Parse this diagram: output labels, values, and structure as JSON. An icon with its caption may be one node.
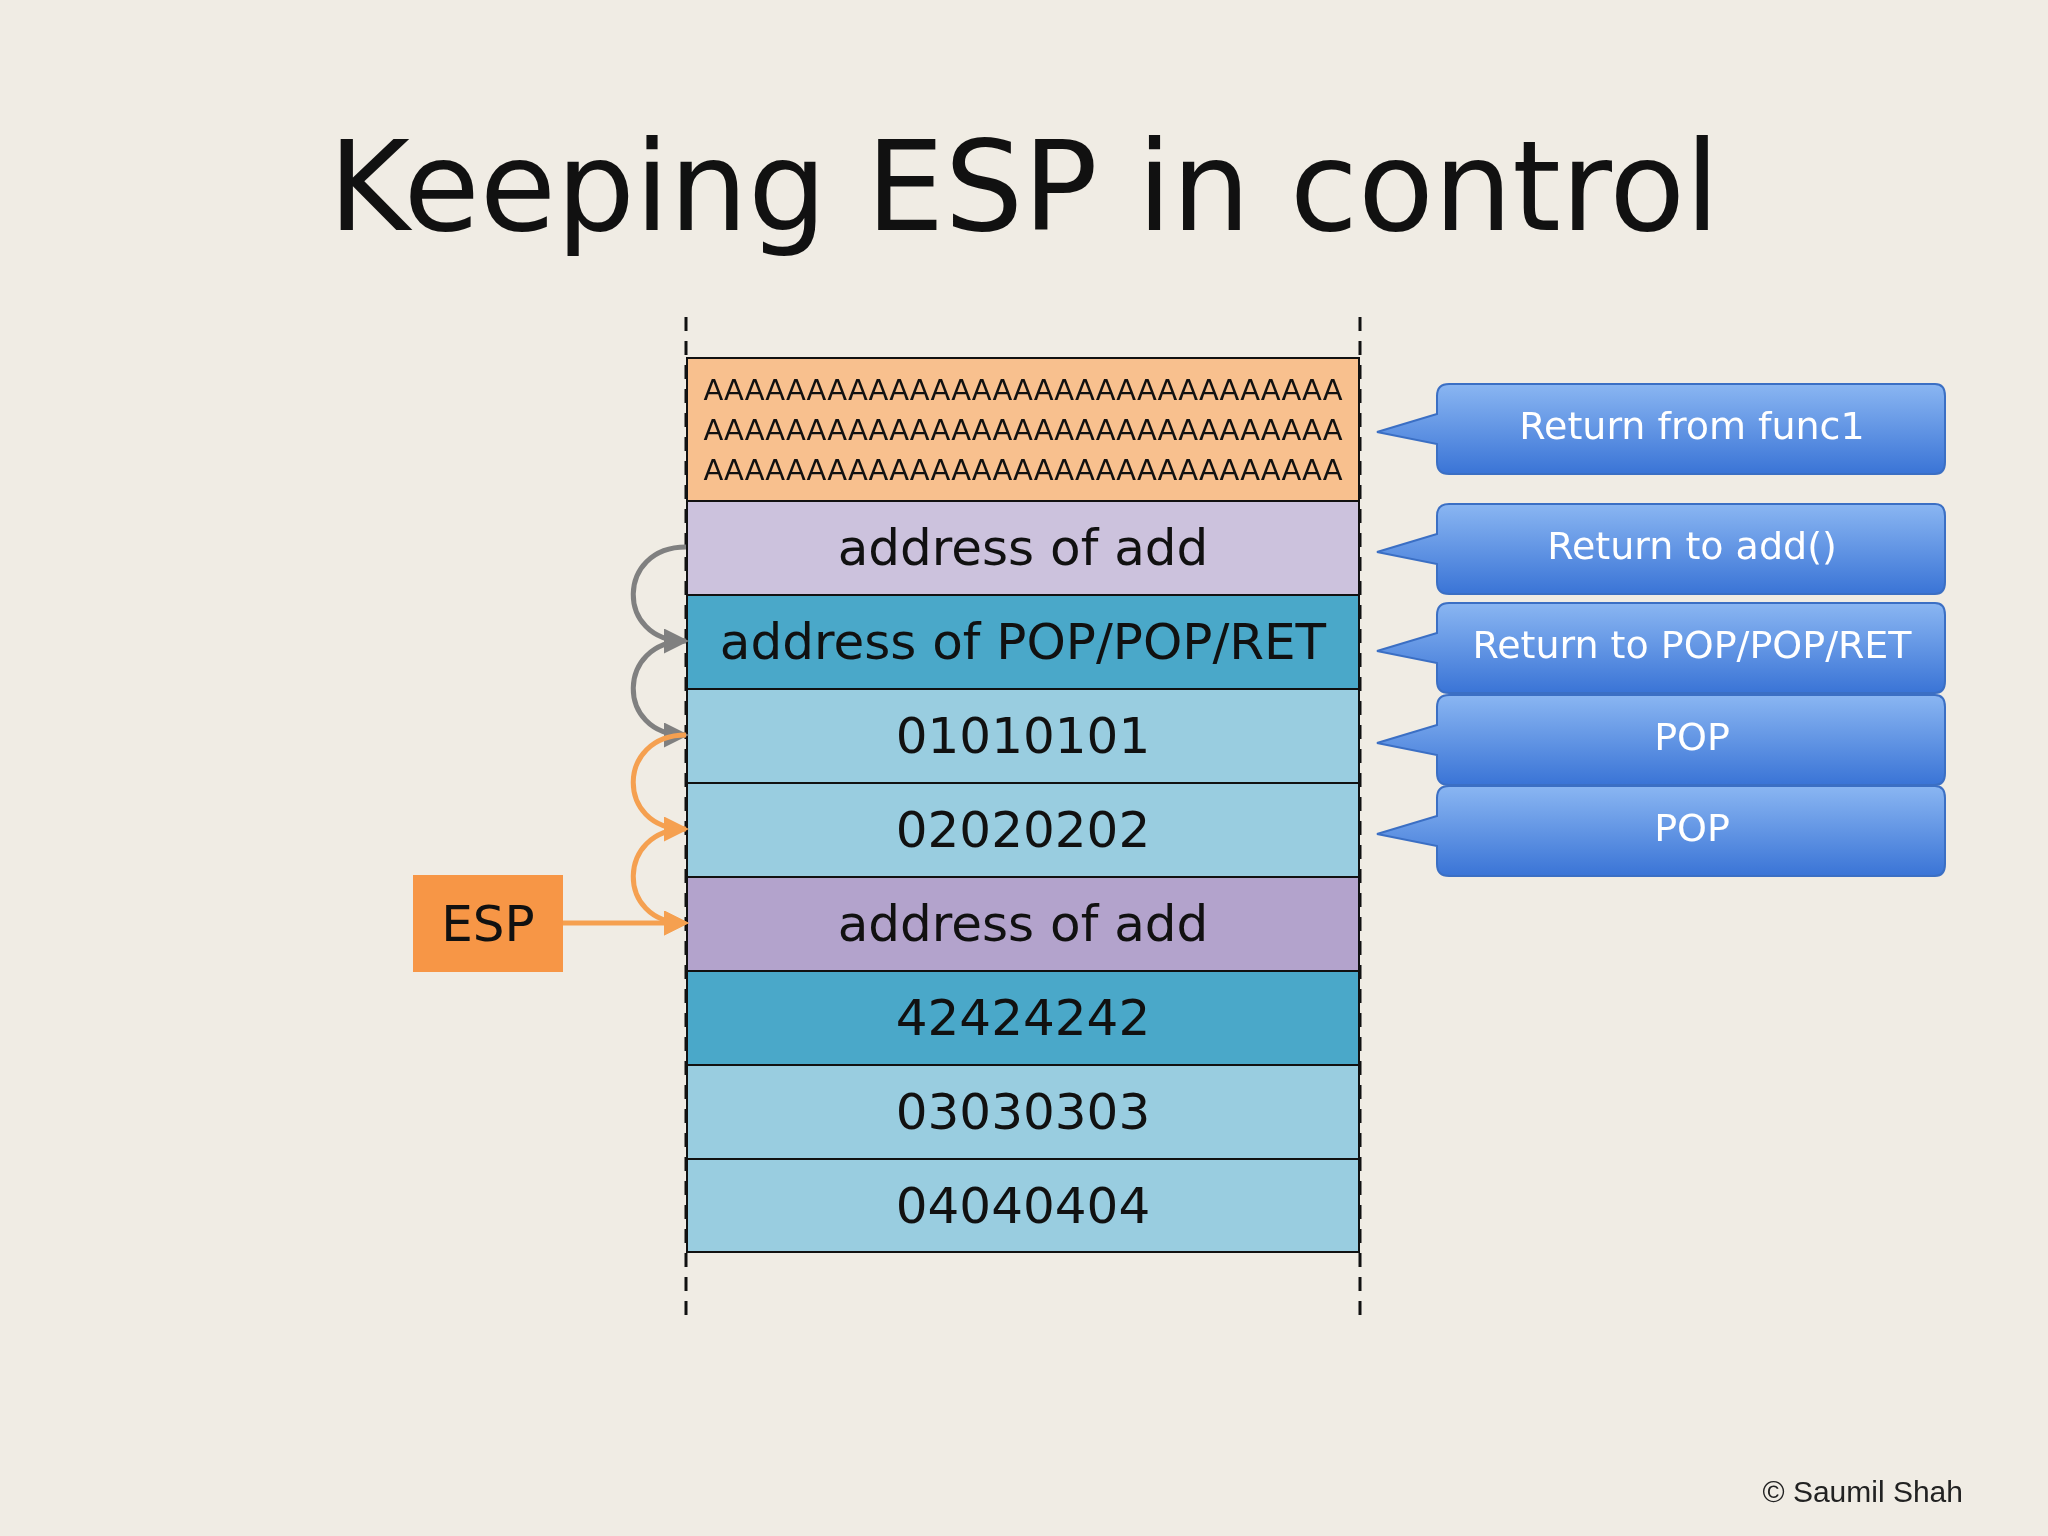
{
  "diagram": {
    "title": "Keeping ESP in control",
    "nodes": [
      {
        "text": [
          "AAAAAAAAAAAAAAAAAAAAAAAAAAAAAAA AAAAAAAAAAAAAAAAAAAAAAAAAAAAAAA AAAAAAAAAAAAAAAAAAAAAAAAAAAAAAA"
        ]
      },
      {
        "text": [
          "address of add"
        ]
      },
      {
        "text": [
          "address of POP/POP/RET"
        ]
      },
      {
        "text": [
          "01010101"
        ]
      },
      {
        "text": [
          "02020202"
        ]
      },
      {
        "text": [
          "address of add"
        ]
      },
      {
        "text": [
          "42424242"
        ]
      },
      {
        "text": [
          "03030303"
        ]
      },
      {
        "text": [
          "04040404"
        ]
      },
      {
        "text": [
          "ESP"
        ]
      },
      {
        "text": [
          "Return from func1"
        ]
      },
      {
        "text": [
          "Return to add()"
        ]
      },
      {
        "text": [
          "Return to POP/POP/RET"
        ]
      },
      {
        "text": [
          "POP"
        ]
      },
      {
        "text": [
          "POP"
        ]
      }
    ],
    "edges": [
      {
        "from": 1,
        "to": 2,
        "arrow": "to",
        "color": "#808080"
      },
      {
        "from": 2,
        "to": 3,
        "arrow": "to",
        "color": "#808080"
      },
      {
        "from": 3,
        "to": 4,
        "arrow": "to",
        "color": "#f5a050"
      },
      {
        "from": 4,
        "to": 5,
        "arrow": "to",
        "color": "#f5a050"
      },
      {
        "from": 9,
        "to": 5,
        "arrow": "to",
        "color": "#f5a050"
      }
    ],
    "labels": [
      "© Saumil Shah"
    ]
  }
}
